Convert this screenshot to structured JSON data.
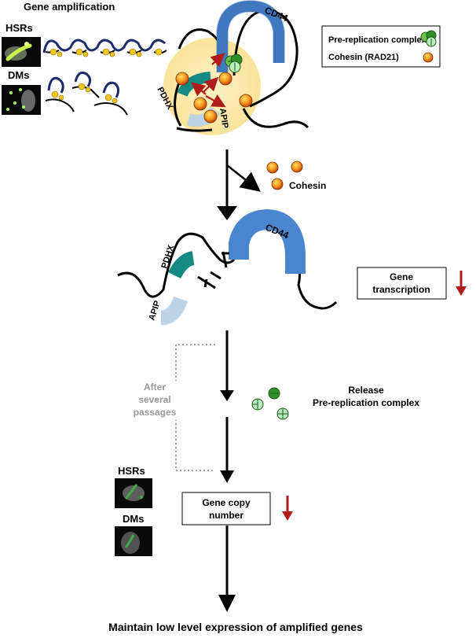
{
  "header": {
    "title": "Gene amplification"
  },
  "micrographs": {
    "hsr_label": "HSRs",
    "dm_label": "DMs"
  },
  "genes": {
    "cd44": "CD44",
    "pdhx": "PDHX",
    "apip": "APIP"
  },
  "legend": {
    "prc_label": "Pre-replication complex",
    "cohesin_label": "Cohesin (RAD21)"
  },
  "cohesin_release": {
    "label": "Cohesin"
  },
  "gene_transcription": {
    "label_line1": "Gene",
    "label_line2": "transcription"
  },
  "passages": {
    "line1": "After",
    "line2": "several",
    "line3": "passages"
  },
  "prc_release": {
    "line1": "Release",
    "line2": "Pre-replication complex"
  },
  "copy_number": {
    "hsr_label": "HSRs",
    "dm_label": "DMs",
    "label_line1": "Gene copy",
    "label_line2": "number"
  },
  "conclusion": {
    "text": "Maintain low level expression of amplified genes"
  },
  "colors": {
    "gene_blue": "#4a86cf",
    "gene_teal": "#148a82",
    "gene_lightblue": "#cfe6f5",
    "halo": "#fbe9a6",
    "cohesin_orange": "#f39a1e",
    "prc_green": "#6cc24a",
    "down_arrow_red": "#b01c1c",
    "passage_gray": "#999999"
  }
}
